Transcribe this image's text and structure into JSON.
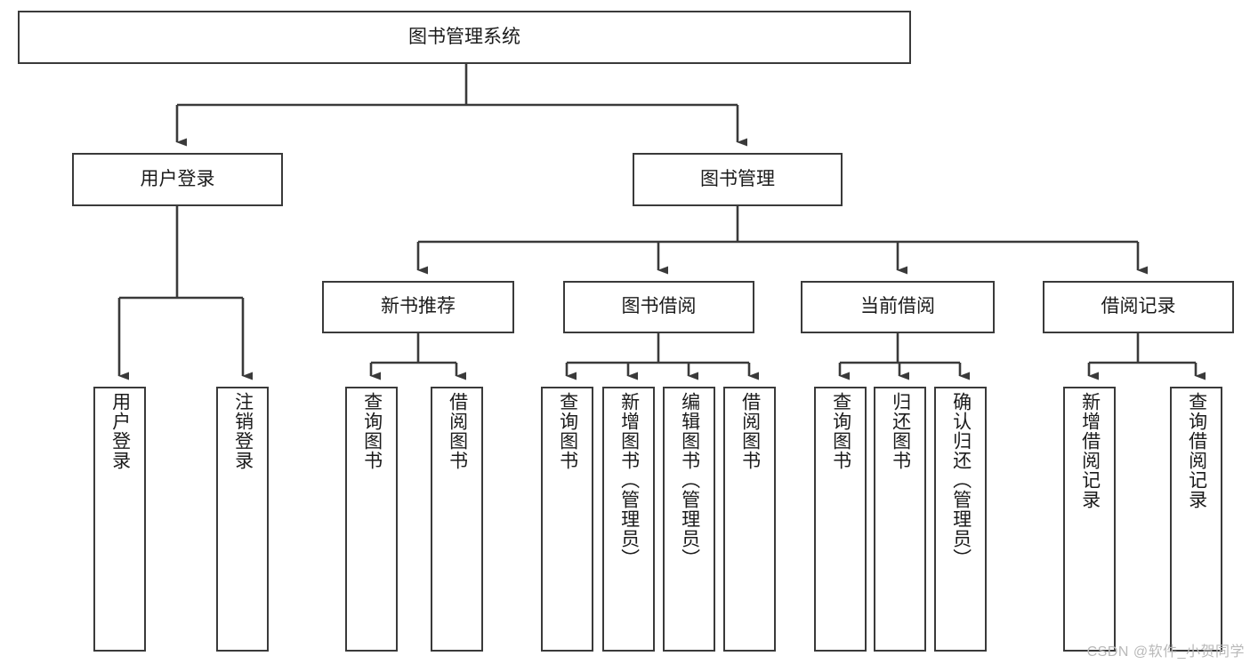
{
  "diagram": {
    "title": "图书管理系统",
    "type": "tree-hierarchy",
    "watermark": "CSDN @软件_小贺同学",
    "colors": {
      "stroke": "#3a3a3a",
      "fill": "#ffffff",
      "text": "#1b1b1b",
      "watermark": "#b9b9b9"
    },
    "root": {
      "label": "图书管理系统"
    },
    "level1": [
      {
        "label": "用户登录"
      },
      {
        "label": "图书管理"
      }
    ],
    "level2": [
      {
        "label": "新书推荐"
      },
      {
        "label": "图书借阅"
      },
      {
        "label": "当前借阅"
      },
      {
        "label": "借阅记录"
      }
    ],
    "leaves": {
      "user_login": [
        {
          "label": "用户登录"
        },
        {
          "label": "注销登录"
        }
      ],
      "new_book_recommend": [
        {
          "label": "查询图书"
        },
        {
          "label": "借阅图书"
        }
      ],
      "book_borrow": [
        {
          "label": "查询图书"
        },
        {
          "label": "新增图书（管理员）"
        },
        {
          "label": "编辑图书（管理员）"
        },
        {
          "label": "借阅图书"
        }
      ],
      "current_borrow": [
        {
          "label": "查询图书"
        },
        {
          "label": "归还图书"
        },
        {
          "label": "确认归还（管理员）"
        }
      ],
      "borrow_record": [
        {
          "label": "新增借阅记录"
        },
        {
          "label": "查询借阅记录"
        }
      ]
    }
  }
}
